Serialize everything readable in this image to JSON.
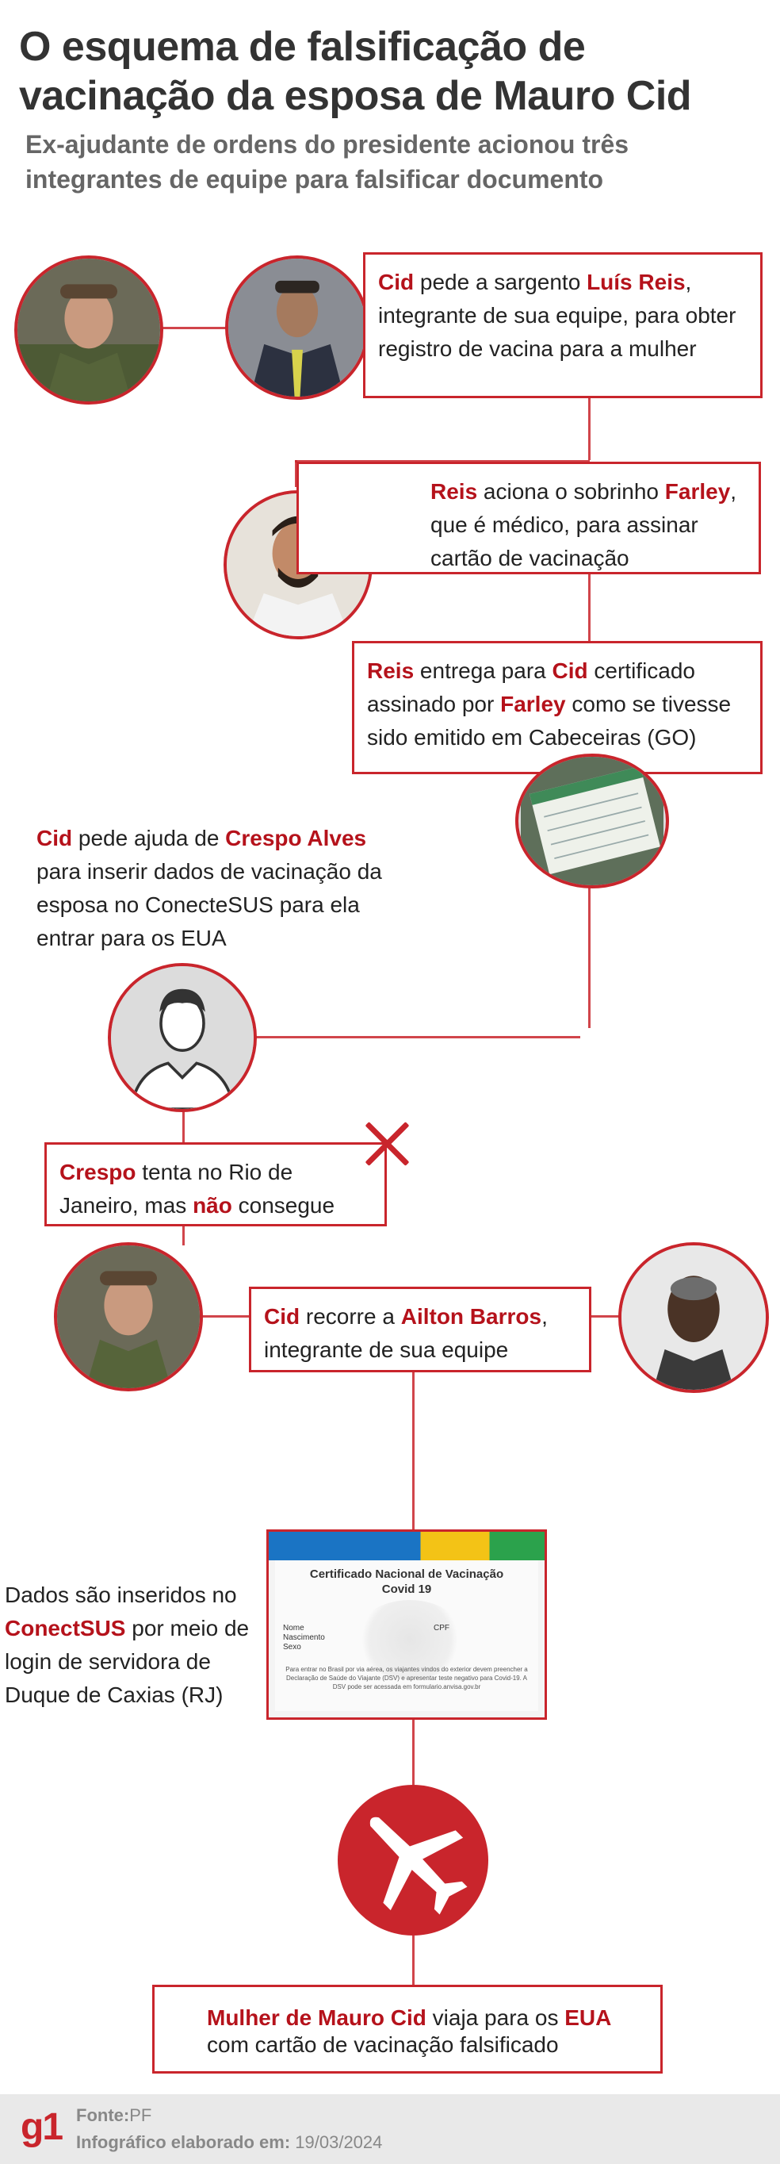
{
  "header": {
    "title": "O esquema de falsificação de vacinação da esposa de Mauro Cid",
    "subtitle": "Ex-ajudante de ordens do presidente acionou três integrantes de equipe para falsificar documento"
  },
  "steps": {
    "s1": {
      "a": "Cid",
      "b": " pede a sargento ",
      "c": "Luís Reis",
      "d": ", integrante de sua equipe, para obter registro de vacina para a mulher"
    },
    "s2": {
      "a": "Reis",
      "b": " aciona o sobrinho ",
      "c": "Farley",
      "d": ", que é médico, para assinar cartão de vacinação"
    },
    "s3": {
      "a": "Reis",
      "b": " entrega para ",
      "c": "Cid",
      "d": " certificado assinado por ",
      "e": "Farley",
      "f": " como se tivesse sido emitido em Cabeceiras (GO)"
    },
    "s4": {
      "a": "Cid",
      "b": " pede ajuda de ",
      "c": "Crespo Alves",
      "d": " para inserir dados de vacinação da esposa no ConecteSUS para ela entrar para os EUA"
    },
    "s5": {
      "a": "Crespo",
      "b": " tenta no Rio de Janeiro, mas ",
      "c": "não",
      "d": " consegue"
    },
    "s6": {
      "a": "Cid",
      "b": " recorre a ",
      "c": "Ailton Barros",
      "d": ", integrante de sua equipe"
    },
    "s7": {
      "a": "Dados são inseridos no ",
      "b": "ConectSUS",
      "c": " por meio de login de servidora de Duque de Caxias (RJ)"
    },
    "s8": {
      "a": "Mulher de Mauro Cid",
      "b": " viaja para os ",
      "c": "EUA",
      "d": " com cartão de vacinação falsificado"
    }
  },
  "certificate": {
    "title": "Certificado Nacional de Vacinação",
    "subtitle": "Covid 19",
    "field_name": "Nome",
    "field_birth": "Nascimento",
    "field_sex": "Sexo",
    "field_cpf": "CPF",
    "note": "Para entrar no Brasil por via aérea, os viajantes vindos do exterior devem preencher a Declaração de Saúde do Viajante (DSV) e apresentar teste negativo para Covid-19. A DSV pode ser acessada em formulario.anvisa.gov.br"
  },
  "footer": {
    "logo": "g1",
    "source_label": "Fonte:",
    "source_value": "PF",
    "date_label": "Infográfico elaborado em:",
    "date_value": "19/03/2024"
  },
  "colors": {
    "accent": "#c9252c",
    "title": "#333333",
    "subtitle": "#666666"
  },
  "icons": [
    "person-silhouette-icon",
    "airplane-icon",
    "x-cross-icon"
  ]
}
